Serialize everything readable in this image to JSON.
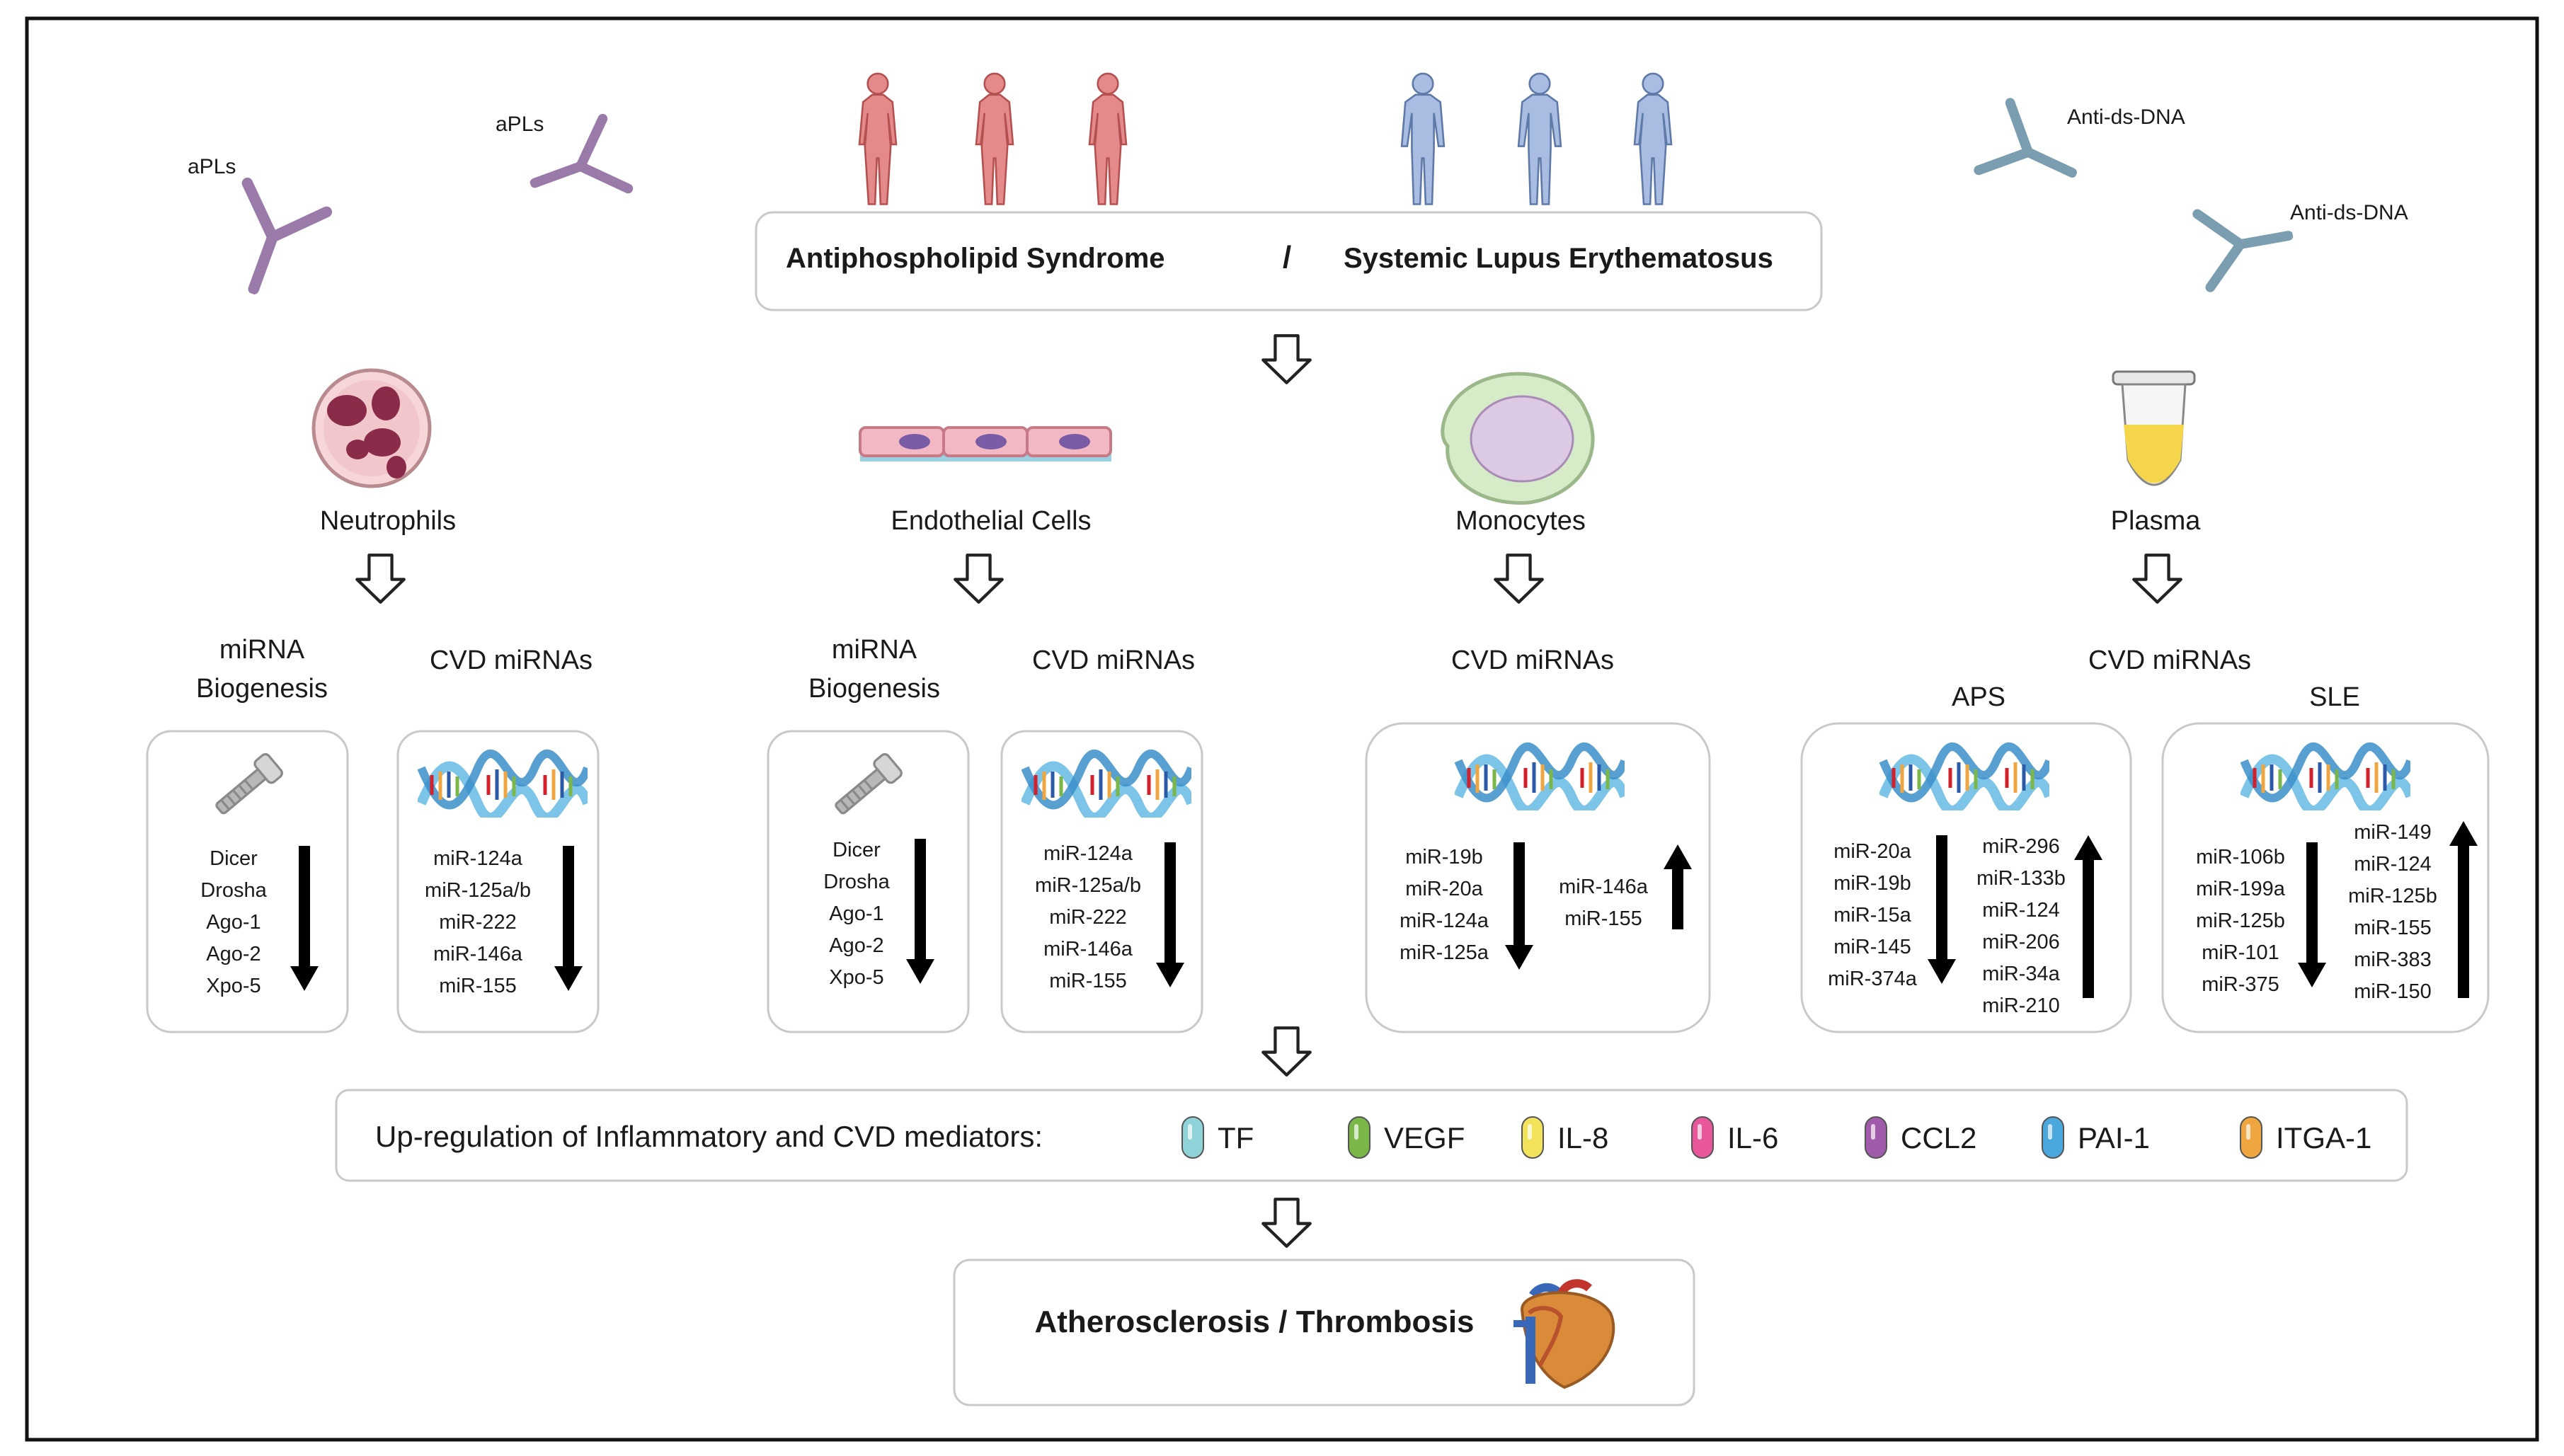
{
  "antibodies": {
    "apl_label": "aPLs",
    "dsdna_label": "Anti-ds-DNA"
  },
  "disease": {
    "aps": "Antiphospholipid Syndrome",
    "separator": "/",
    "sle": "Systemic Lupus Erythematosus",
    "aps_color": "#d4202b",
    "sle_color": "#2b7ec2"
  },
  "cells": [
    {
      "name": "Neutrophils"
    },
    {
      "name": "Endothelial Cells"
    },
    {
      "name": "Monocytes"
    },
    {
      "name": "Plasma"
    }
  ],
  "headings": {
    "biogenesis_line1": "miRNA",
    "biogenesis_line2": "Biogenesis",
    "cvd": "CVD miRNAs",
    "aps_tag": "APS",
    "sle_tag": "SLE"
  },
  "boxes": {
    "neut_biogenesis": {
      "items": [
        "Dicer",
        "Drosha",
        "Ago-1",
        "Ago-2",
        "Xpo-5"
      ],
      "direction": "down"
    },
    "neut_cvd": {
      "items": [
        "miR-124a",
        "miR-125a/b",
        "miR-222",
        "miR-146a",
        "miR-155"
      ],
      "direction": "down"
    },
    "endo_biogenesis": {
      "items": [
        "Dicer",
        "Drosha",
        "Ago-1",
        "Ago-2",
        "Xpo-5"
      ],
      "direction": "down"
    },
    "endo_cvd": {
      "items": [
        "miR-124a",
        "miR-125a/b",
        "miR-222",
        "miR-146a",
        "miR-155"
      ],
      "direction": "down"
    },
    "mono_cvd": {
      "down": [
        "miR-19b",
        "miR-20a",
        "miR-124a",
        "miR-125a"
      ],
      "up": [
        "miR-146a",
        "miR-155"
      ]
    },
    "plasma_aps": {
      "down": [
        "miR-20a",
        "miR-19b",
        "miR-15a",
        "miR-145",
        "miR-374a"
      ],
      "up": [
        "miR-296",
        "miR-133b",
        "miR-124",
        "miR-206",
        "miR-34a",
        "miR-210"
      ]
    },
    "plasma_sle": {
      "down": [
        "miR-106b",
        "miR-199a",
        "miR-125b",
        "miR-101",
        "miR-375"
      ],
      "up": [
        "miR-149",
        "miR-124",
        "miR-125b",
        "miR-155",
        "miR-383",
        "miR-150"
      ]
    }
  },
  "mediators": {
    "title": "Up-regulation of Inflammatory and CVD mediators:",
    "items": [
      {
        "label": "TF",
        "color": "#8fd3d8"
      },
      {
        "label": "VEGF",
        "color": "#7ab648"
      },
      {
        "label": "IL-8",
        "color": "#f2e35b"
      },
      {
        "label": "IL-6",
        "color": "#e8579a"
      },
      {
        "label": "CCL2",
        "color": "#a05bab"
      },
      {
        "label": "PAI-1",
        "color": "#4aa8dc"
      },
      {
        "label": "ITGA-1",
        "color": "#f0a640"
      }
    ]
  },
  "outcome": {
    "label": "Atherosclerosis / Thrombosis"
  }
}
